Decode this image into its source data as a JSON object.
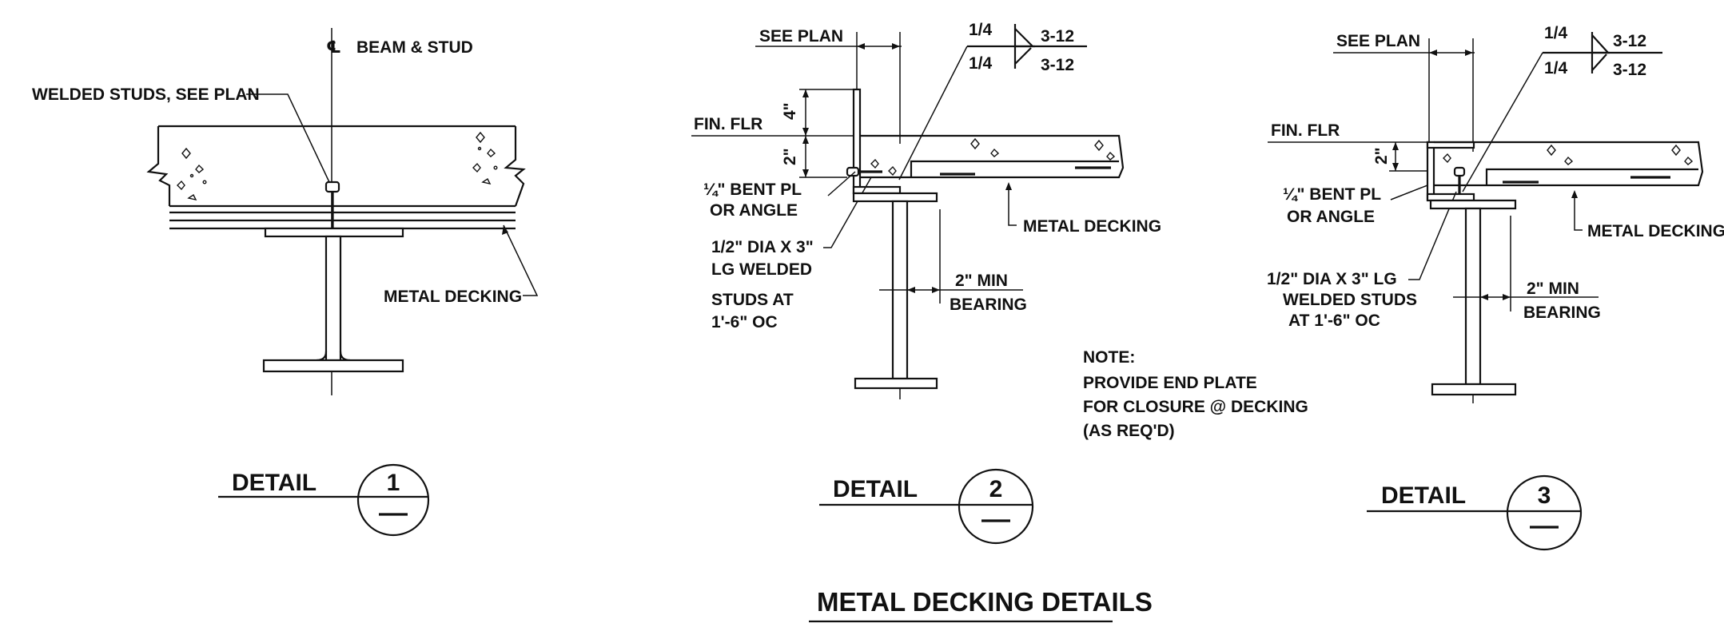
{
  "title": "METAL DECKING DETAILS",
  "detail_word": "DETAIL",
  "details": [
    {
      "number": "1",
      "labels": {
        "centerline": "BEAM & STUD",
        "studs": "WELDED STUDS, SEE PLAN",
        "decking": "METAL DECKING"
      }
    },
    {
      "number": "2",
      "labels": {
        "see_plan": "SEE PLAN",
        "weld_size_top": "1/4",
        "weld_len_top": "3-12",
        "weld_size_bot": "1/4",
        "weld_len_bot": "3-12",
        "fin_flr": "FIN. FLR",
        "dim_4": "4\"",
        "dim_2": "2\"",
        "bent_pl_1": "¼\" BENT PL",
        "bent_pl_2": "OR ANGLE",
        "studs_1": "1/2\" DIA X 3\"",
        "studs_2": "LG WELDED",
        "studs_3": "STUDS AT",
        "studs_4": "1'-6\" OC",
        "decking": "METAL DECKING",
        "min_1": "2\" MIN",
        "min_2": "BEARING"
      }
    },
    {
      "number": "3",
      "labels": {
        "see_plan": "SEE PLAN",
        "weld_size_top": "1/4",
        "weld_len_top": "3-12",
        "weld_size_bot": "1/4",
        "weld_len_bot": "3-12",
        "fin_flr": "FIN. FLR",
        "dim_2": "2\"",
        "bent_pl_1": "¼\" BENT PL",
        "bent_pl_2": "OR ANGLE",
        "studs_1": "1/2\" DIA X 3\" LG",
        "studs_2": "WELDED STUDS",
        "studs_3": "AT 1'-6\" OC",
        "decking": "METAL DECKING",
        "min_1": "2\" MIN",
        "min_2": "BEARING"
      }
    }
  ],
  "note": {
    "heading": "NOTE:",
    "line1": "PROVIDE END PLATE",
    "line2": "FOR CLOSURE @ DECKING",
    "line3": "(AS REQ'D)"
  }
}
